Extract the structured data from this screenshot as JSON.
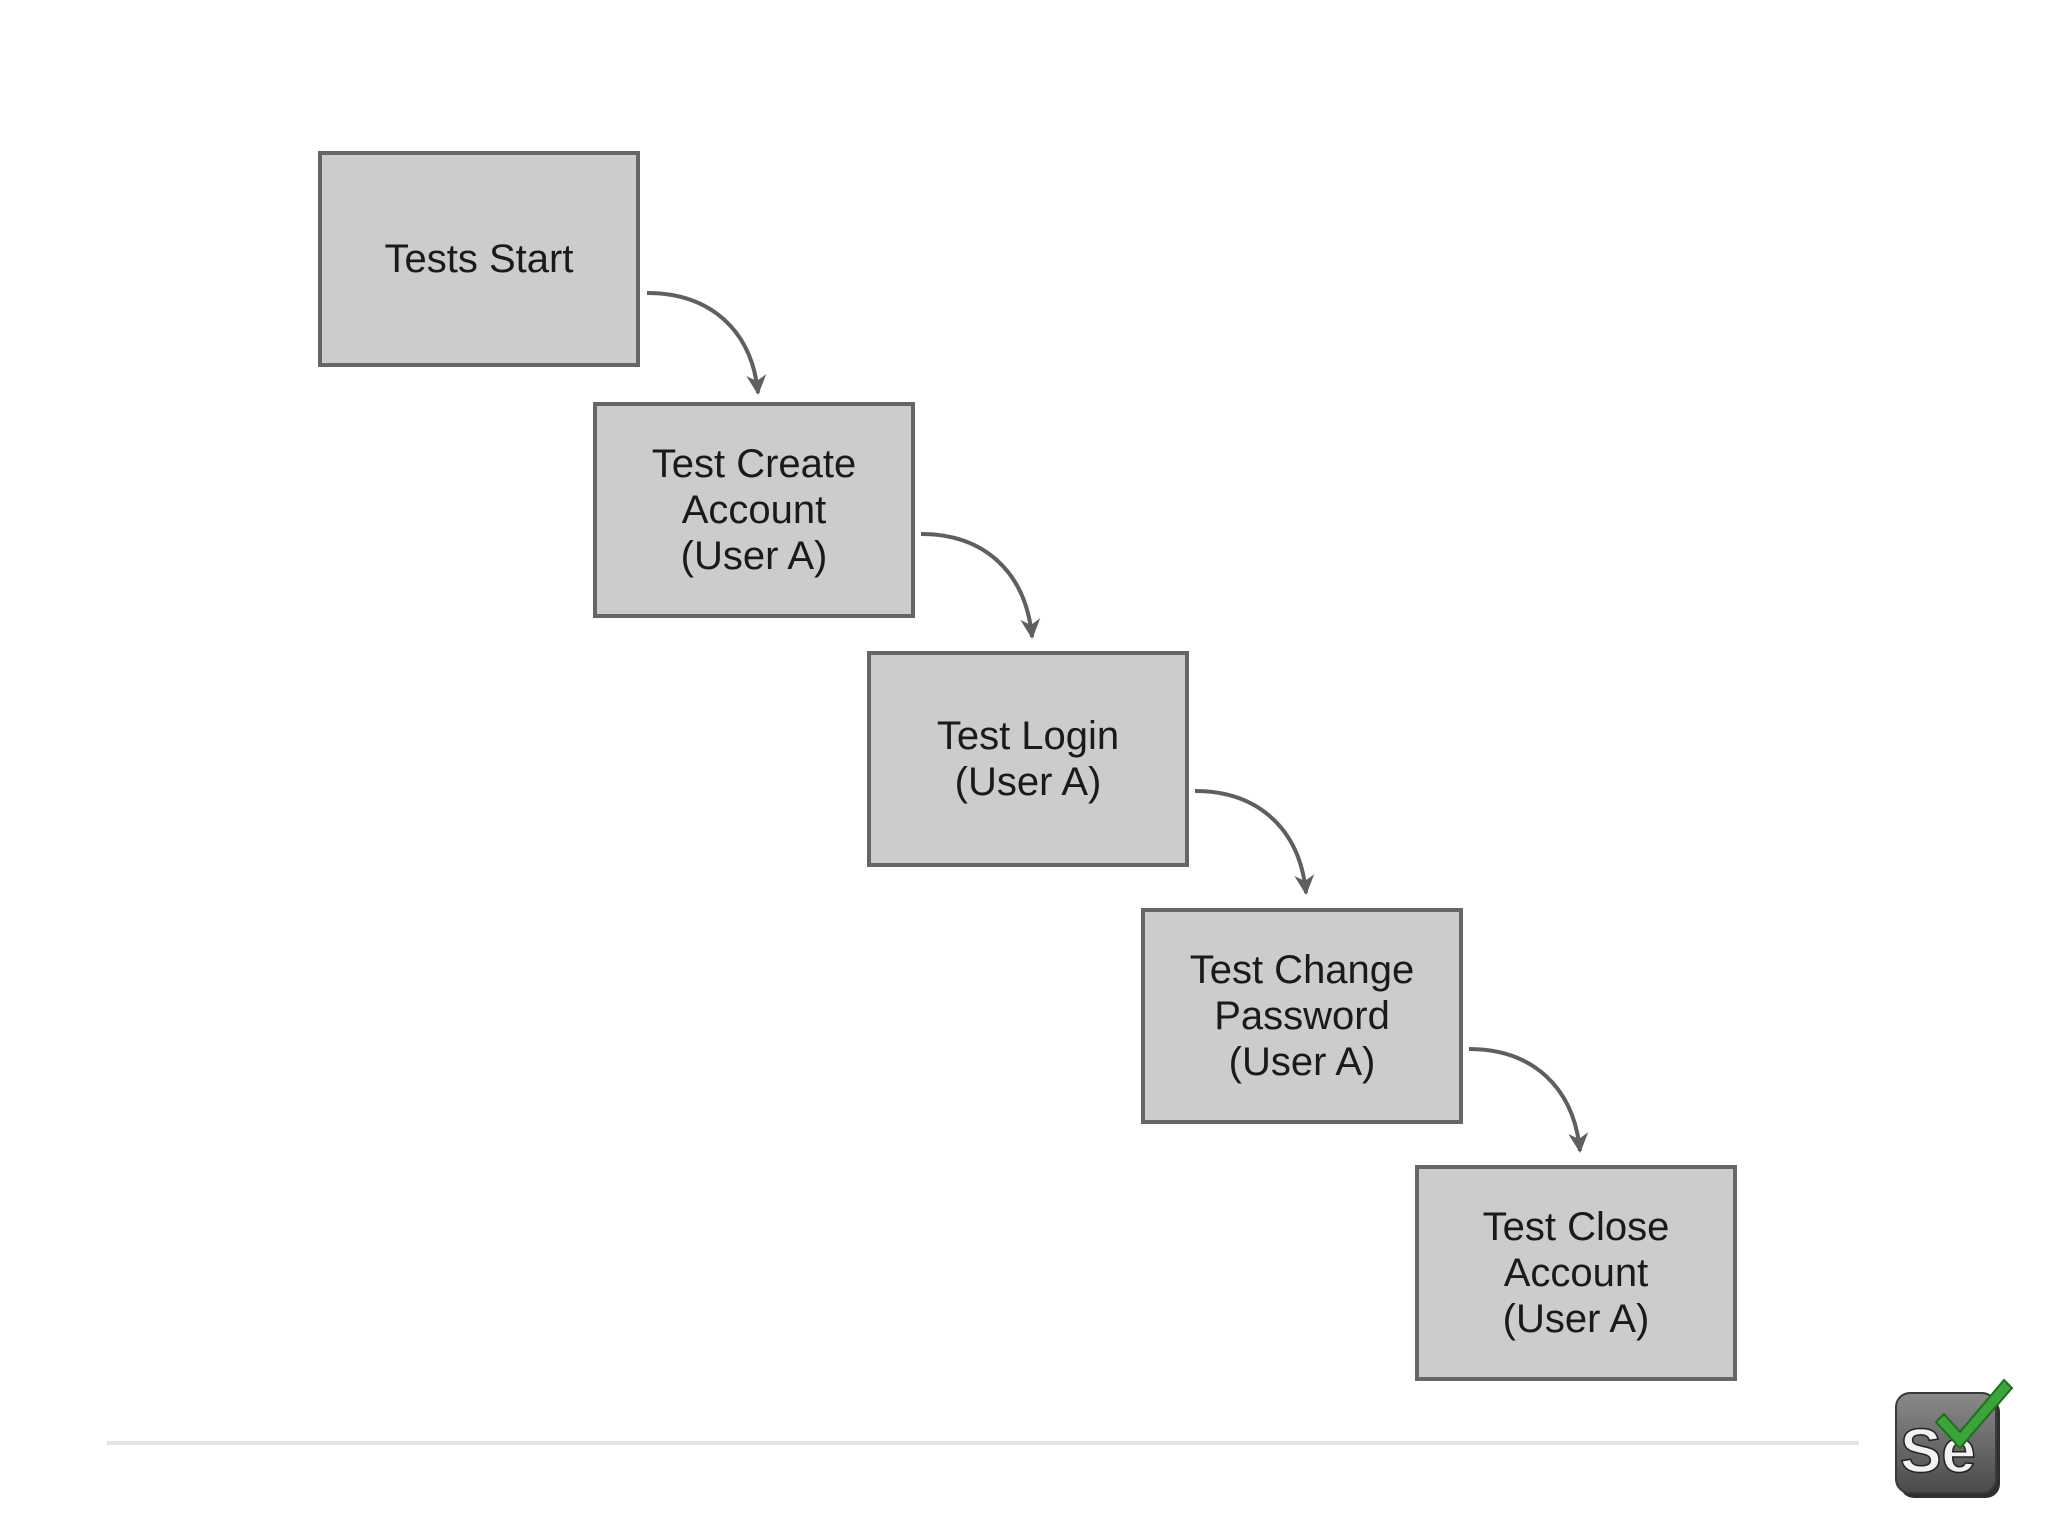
{
  "diagram": {
    "nodes": [
      {
        "id": "start",
        "lines": [
          "Tests Start"
        ]
      },
      {
        "id": "create",
        "lines": [
          "Test Create",
          "Account",
          "(User A)"
        ]
      },
      {
        "id": "login",
        "lines": [
          "Test Login",
          "(User A)"
        ]
      },
      {
        "id": "password",
        "lines": [
          "Test Change",
          "Password",
          "(User A)"
        ]
      },
      {
        "id": "close",
        "lines": [
          "Test Close",
          "Account",
          "(User A)"
        ]
      }
    ],
    "edges": [
      {
        "from": "start",
        "to": "create"
      },
      {
        "from": "create",
        "to": "login"
      },
      {
        "from": "login",
        "to": "password"
      },
      {
        "from": "password",
        "to": "close"
      }
    ]
  },
  "logo": {
    "text": "Se",
    "icon": "selenium-checkmark-logo"
  },
  "colors": {
    "node_fill": "#cccccc",
    "node_border": "#666666",
    "arrow": "#5f5f5f",
    "rule": "#e3e3e3",
    "logo_check": "#3aa63a"
  }
}
